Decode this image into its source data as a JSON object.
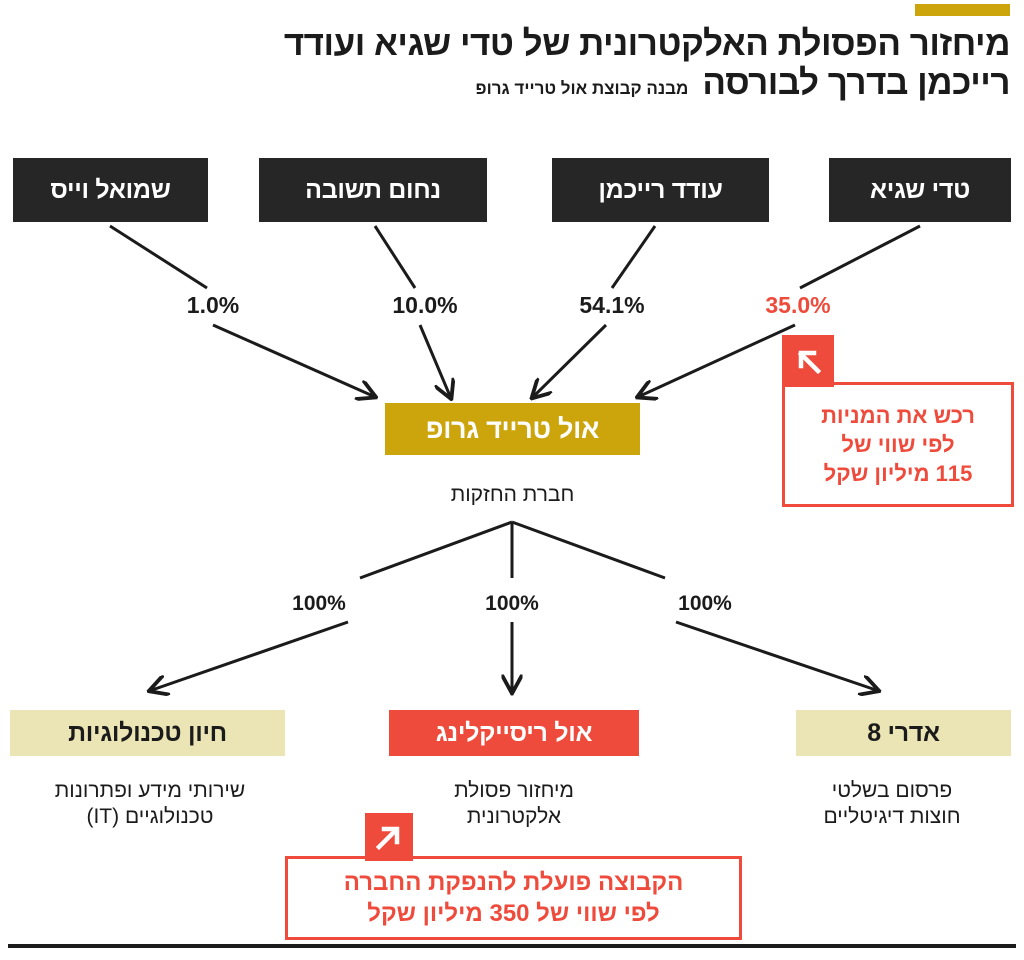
{
  "header": {
    "accent_color": "#CCA40C",
    "title_line1": "מיחזור הפסולת האלקטרונית של טדי שגיא ועודד",
    "title_line2": "רייכמן בדרך לבורסה",
    "subtitle": "מבנה קבוצת אול טרייד גרופ"
  },
  "colors": {
    "gold": "#CCA40C",
    "pale_yellow": "#EBE5B5",
    "red": "#EE4B3C",
    "dark": "#262626"
  },
  "owners": [
    {
      "name": "שמואל וייס",
      "stake": "1.0%",
      "stake_highlight": false
    },
    {
      "name": "נחום תשובה",
      "stake": "10.0%",
      "stake_highlight": false
    },
    {
      "name": "עודד רייכמן",
      "stake": "54.1%",
      "stake_highlight": false
    },
    {
      "name": "טדי שגיא",
      "stake": "35.0%",
      "stake_highlight": true
    }
  ],
  "holding": {
    "name": "אול טרייד גרופ",
    "caption": "חברת החזקות"
  },
  "subsidiaries": [
    {
      "name": "חיון טכנולוגיות",
      "stake": "100%",
      "caption_line1": "שירותי מידע ופתרונות",
      "caption_line2": "טכנולוגיים (IT)",
      "style": "pale"
    },
    {
      "name": "אול ריסייקלינג",
      "stake": "100%",
      "caption_line1": "מיחזור פסולת",
      "caption_line2": "אלקטרונית",
      "style": "red"
    },
    {
      "name": "אדרי 8",
      "stake": "100%",
      "caption_line1": "פרסום בשלטי",
      "caption_line2": "חוצות דיגיטליים",
      "style": "pale"
    }
  ],
  "callouts": {
    "right": {
      "icon": "arrow-up-left-icon",
      "line1": "רכש את המניות",
      "line2": "לפי שווי של",
      "line3": "115 מיליון שקל"
    },
    "bottom": {
      "icon": "arrow-up-right-icon",
      "line1": "הקבוצה פועלת להנפקת החברה",
      "line2": "לפי שווי של 350 מיליון שקל"
    }
  }
}
